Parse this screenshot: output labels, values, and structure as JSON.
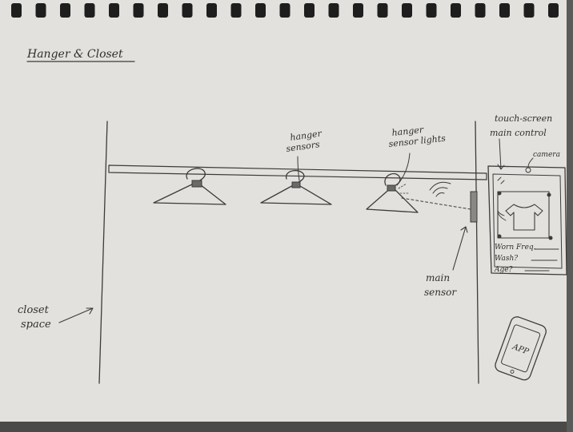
{
  "title": "Hanger & Closet",
  "labels": {
    "closet_space_line1": "closet",
    "closet_space_line2": "space",
    "hanger_sensors_line1": "hanger",
    "hanger_sensors_line2": "sensors",
    "hanger_sensor_lights_line1": "hanger",
    "hanger_sensor_lights_line2": "sensor lights",
    "main_sensor_line1": "main",
    "main_sensor_line2": "sensor",
    "touch_screen_line1": "touch-screen",
    "touch_screen_line2": "main control",
    "camera": "camera"
  },
  "screen_fields": {
    "worn_freq": "Worn Freq.",
    "wash": "Wash?",
    "age": "Age?"
  },
  "app_label": "APP",
  "colors": {
    "paper": "#e3e1dd",
    "ink": "#3b3b3b",
    "binding": "#1e1e1e"
  }
}
